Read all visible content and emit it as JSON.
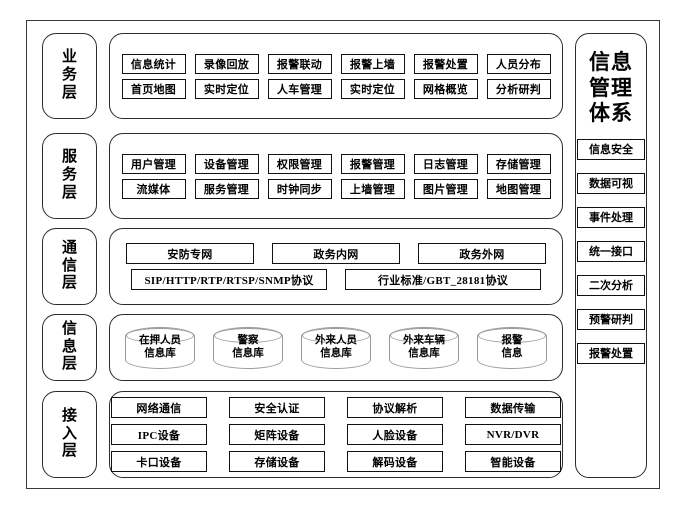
{
  "diagram": {
    "title": "信息管理体系",
    "layers": [
      {
        "id": "business",
        "name": "业务层",
        "rows": [
          [
            "信息统计",
            "录像回放",
            "报警联动",
            "报警上墙",
            "报警处置",
            "人员分布"
          ],
          [
            "首页地图",
            "实时定位",
            "人车管理",
            "实时定位",
            "网格概览",
            "分析研判"
          ]
        ]
      },
      {
        "id": "service",
        "name": "服务层",
        "rows": [
          [
            "用户管理",
            "设备管理",
            "权限管理",
            "报警管理",
            "日志管理",
            "存储管理"
          ],
          [
            "流媒体",
            "服务管理",
            "时钟同步",
            "上墙管理",
            "图片管理",
            "地图管理"
          ]
        ]
      },
      {
        "id": "communication",
        "name": "通信层",
        "rows": [
          [
            "安防专网",
            "政务内网",
            "政务外网"
          ],
          [
            "SIP/HTTP/RTP/RTSP/SNMP协议",
            "行业标准/GBT_28181协议"
          ]
        ]
      },
      {
        "id": "information",
        "name": "信息层",
        "databases": [
          "在押人员\n信息库",
          "警察\n信息库",
          "外来人员\n信息库",
          "外来车辆\n信息库",
          "报警\n信息"
        ]
      },
      {
        "id": "access",
        "name": "接入层",
        "rows": [
          [
            "网络通信",
            "安全认证",
            "协议解析",
            "数据传输"
          ],
          [
            "IPC设备",
            "矩阵设备",
            "人脸设备",
            "NVR/DVR"
          ],
          [
            "卡口设备",
            "存储设备",
            "解码设备",
            "智能设备"
          ]
        ]
      }
    ],
    "side_items": [
      "信息安全",
      "数据可视",
      "事件处理",
      "统一接口",
      "二次分析",
      "预警研判",
      "报警处置"
    ]
  },
  "colors": {
    "frame_border": "#3a3a3a",
    "box_border": "#2c2c2c",
    "chip_border": "#111111",
    "cylinder_border": "#9a9a9a",
    "background": "#ffffff",
    "text": "#000000"
  }
}
